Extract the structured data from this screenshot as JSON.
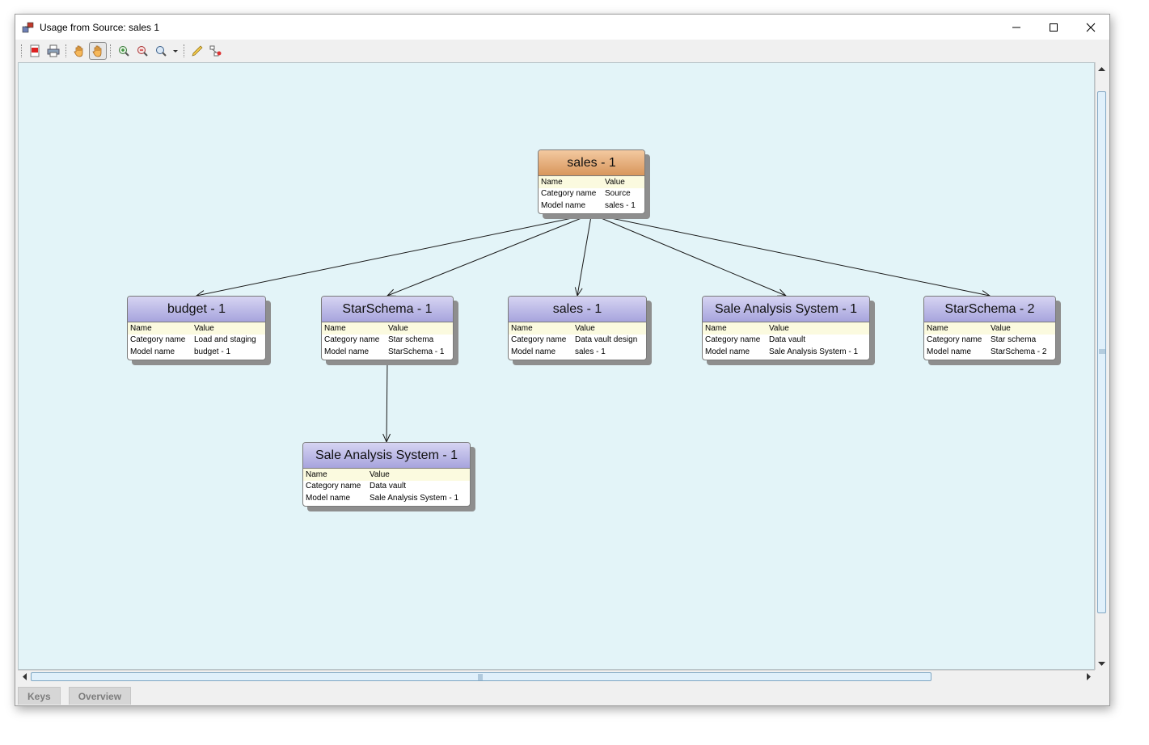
{
  "window": {
    "title": "Usage from Source: sales 1"
  },
  "toolbar": {
    "items": [
      "export-pdf",
      "print",
      "pan-hand",
      "select-hand",
      "zoom-in",
      "zoom-out",
      "zoom",
      "zoom-dropdown",
      "edit-pencil",
      "layout"
    ]
  },
  "table_headers": {
    "name": "Name",
    "value": "Value"
  },
  "row_labels": {
    "category": "Category name",
    "model": "Model name"
  },
  "nodes": [
    {
      "id": "sales-source",
      "title": "sales - 1",
      "category": "Source",
      "model": "sales - 1",
      "kind": "source"
    },
    {
      "id": "budget",
      "title": "budget - 1",
      "category": "Load and staging",
      "model": "budget - 1",
      "kind": "target"
    },
    {
      "id": "starschema1",
      "title": "StarSchema - 1",
      "category": "Star schema",
      "model": "StarSchema - 1",
      "kind": "target"
    },
    {
      "id": "sales-dv",
      "title": "sales - 1",
      "category": "Data vault design",
      "model": "sales - 1",
      "kind": "target"
    },
    {
      "id": "sas1",
      "title": "Sale Analysis System - 1",
      "category": "Data vault",
      "model": "Sale Analysis System - 1",
      "kind": "target"
    },
    {
      "id": "starschema2",
      "title": "StarSchema - 2",
      "category": "Star schema",
      "model": "StarSchema - 2",
      "kind": "target"
    },
    {
      "id": "sas1b",
      "title": "Sale Analysis System - 1",
      "category": "Data vault",
      "model": "Sale Analysis System - 1",
      "kind": "target"
    }
  ],
  "edges": [
    {
      "from": "sales-source",
      "to": "budget"
    },
    {
      "from": "sales-source",
      "to": "starschema1"
    },
    {
      "from": "sales-source",
      "to": "sales-dv"
    },
    {
      "from": "sales-source",
      "to": "sas1"
    },
    {
      "from": "sales-source",
      "to": "starschema2"
    },
    {
      "from": "starschema1",
      "to": "sas1b"
    }
  ],
  "tabs": [
    {
      "label": "Keys"
    },
    {
      "label": "Overview"
    }
  ],
  "colors": {
    "canvas": "#e3f4f8",
    "source_header": "#d8965c",
    "target_header": "#a7a4dd",
    "table_header_row": "#fbfadf"
  }
}
